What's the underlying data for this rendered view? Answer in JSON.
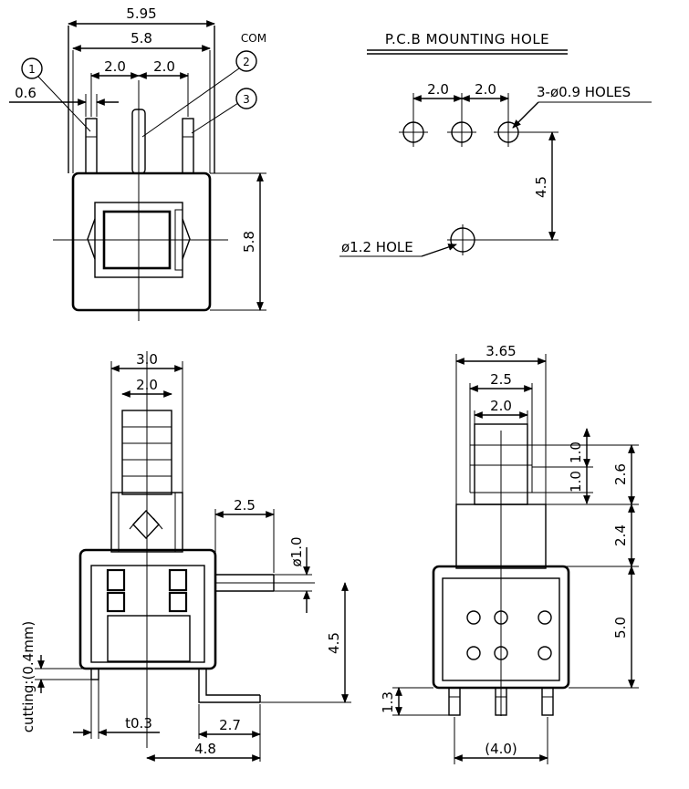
{
  "top_view": {
    "width_outer": "5.95",
    "width_inner": "5.8",
    "pitch_left": "2.0",
    "pitch_right": "2.0",
    "pin_width": "0.6",
    "height": "5.8",
    "com_label": "COM",
    "callouts": [
      "1",
      "2",
      "3"
    ]
  },
  "pcb": {
    "title": "P.C.B MOUNTING HOLE",
    "pitch_left": "2.0",
    "pitch_right": "2.0",
    "holes_label": "3-ø0.9 HOLES",
    "vertical": "4.5",
    "big_hole_label": "ø1.2 HOLE"
  },
  "side_view": {
    "top_width": "3.0",
    "inner_width": "2.0",
    "lever_len": "2.5",
    "pin_dia": "ø1.0",
    "height": "4.5",
    "cutting_label": "cutting:(0.4mm)",
    "thickness": "t0.3",
    "bottom_short": "2.7",
    "bottom_long": "4.8"
  },
  "front_view": {
    "width_top": "3.65",
    "width_mid": "2.5",
    "width_inner": "2.0",
    "dim_a": "1.0",
    "dim_b": "1.0",
    "dim_c": "2.6",
    "dim_d": "2.4",
    "dim_e": "5.0",
    "pin_len": "1.3",
    "pin_span": "(4.0)"
  }
}
